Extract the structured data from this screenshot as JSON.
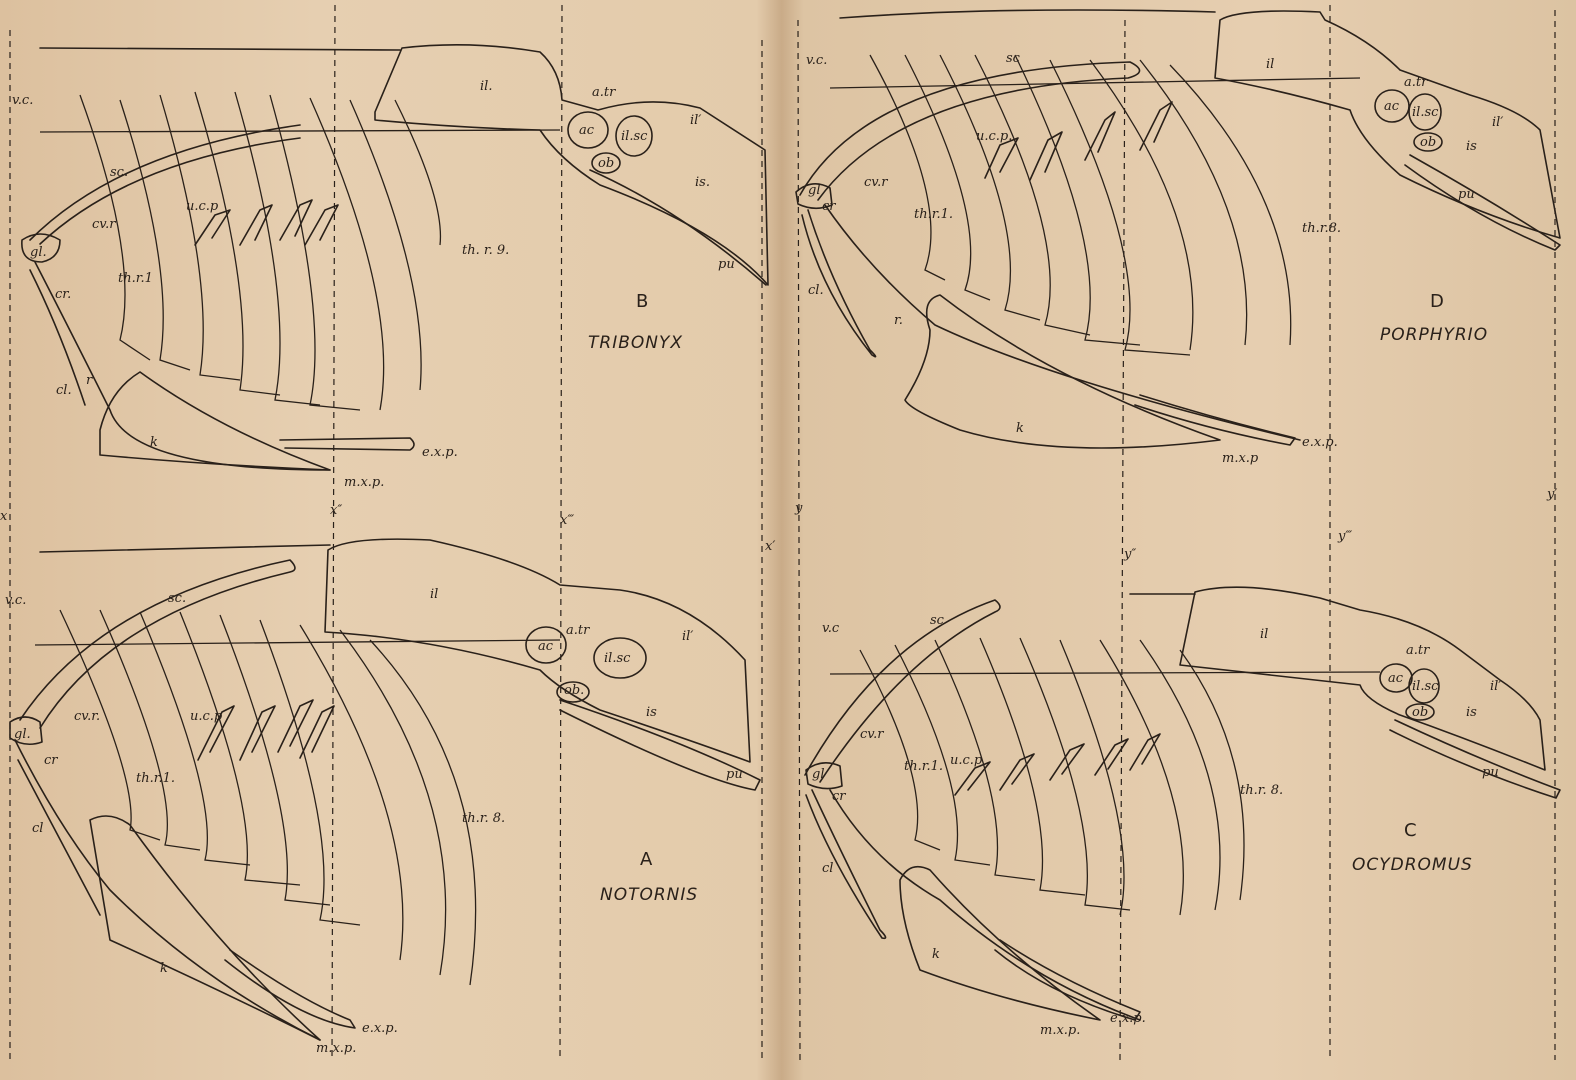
{
  "plate": {
    "vertical_lines": [
      {
        "id": "x",
        "label": "x"
      },
      {
        "id": "x2",
        "label": "x″"
      },
      {
        "id": "x3",
        "label": "x‴"
      },
      {
        "id": "xp",
        "label": "x′"
      },
      {
        "id": "y",
        "label": "y"
      },
      {
        "id": "y2",
        "label": "y″"
      },
      {
        "id": "y3",
        "label": "y‴"
      },
      {
        "id": "yp",
        "label": "y′"
      }
    ]
  },
  "figures": {
    "A": {
      "letter": "A",
      "genus": "NOTORNIS",
      "labels": {
        "vc": "v.c.",
        "sc": "sc.",
        "il": "il",
        "ilp": "il′",
        "atr": "a.tr",
        "ac": "ac",
        "ilsc": "il.sc",
        "ob": "ob.",
        "is": "is",
        "pu": "pu",
        "gl": "gl.",
        "cr": "cr",
        "cl": "cl",
        "cvr": "cv.r.",
        "thr1": "th.r.1.",
        "ucp": "u.c.p",
        "thr8": "th.r. 8.",
        "k": "k",
        "exp": "e.x.p.",
        "mxp": "m.x.p."
      }
    },
    "B": {
      "letter": "B",
      "genus": "TRIBONYX",
      "labels": {
        "vc": "v.c.",
        "sc": "sc.",
        "il": "il.",
        "ilp": "il′",
        "atr": "a.tr",
        "ac": "ac",
        "ilsc": "il.sc",
        "ob": "ob",
        "is": "is.",
        "pu": "pu",
        "gl": "gl.",
        "cr": "cr.",
        "cl": "cl.",
        "r": "r",
        "cvr": "cv.r",
        "thr1": "th.r.1",
        "ucp": "u.c.p",
        "thr9": "th. r. 9.",
        "k": "k",
        "exp": "e.x.p.",
        "mxp": "m.x.p."
      }
    },
    "C": {
      "letter": "C",
      "genus": "OCYDROMUS",
      "labels": {
        "vc": "v.c",
        "sc": "sc",
        "il": "il",
        "ilp": "il′",
        "atr": "a.tr",
        "ac": "ac",
        "ilsc": "il.sc",
        "ob": "ob",
        "is": "is",
        "pu": "pu",
        "gl": "gl",
        "cr": "cr",
        "cl": "cl",
        "cvr": "cv.r",
        "thr1": "th.r.1.",
        "ucp": "u.c.p",
        "thr8": "th.r. 8.",
        "k": "k",
        "exp": "e.x.p.",
        "mxp": "m.x.p."
      }
    },
    "D": {
      "letter": "D",
      "genus": "PORPHYRIO",
      "labels": {
        "vc": "v.c.",
        "sc": "sc",
        "il": "il",
        "ilp": "il′",
        "atr": "a.tr",
        "ac": "ac",
        "ilsc": "il.sc",
        "ob": "ob",
        "is": "is",
        "pu": "pu",
        "gl": "gl",
        "cr": "cr",
        "cl": "cl.",
        "r": "r.",
        "cvr": "cv.r",
        "thr1": "th.r.1.",
        "ucp": "u.c.p.",
        "thr8": "th.r.8.",
        "k": "k",
        "exp": "e.x.p.",
        "mxp": "m.x.p"
      }
    }
  }
}
